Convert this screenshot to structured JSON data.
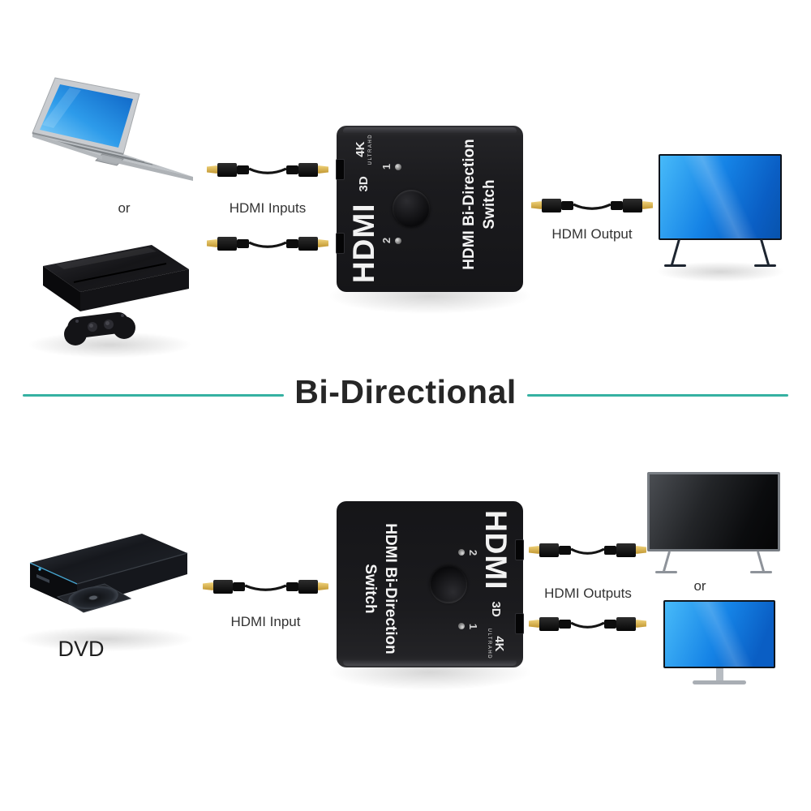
{
  "divider": {
    "title": "Bi-Directional"
  },
  "switch": {
    "brand": "HDMI",
    "badge_3d": "3D",
    "badge_4k": "4K",
    "badge_4k_sub": "ULTRAHD",
    "title_line1": "HDMI Bi-Direction",
    "title_line2": "Switch",
    "port1_label": "1",
    "port2_label": "2"
  },
  "top_diagram": {
    "alt_label": "or",
    "inputs_label": "HDMI Inputs",
    "output_label": "HDMI Output"
  },
  "bottom_diagram": {
    "player_label": "DVD",
    "input_label": "HDMI Input",
    "outputs_label": "HDMI Outputs",
    "alt_label": "or"
  },
  "colors": {
    "accent_teal": "#35b1a2",
    "screen_blue": "#1583e6",
    "connector_gold": "#d4aa45",
    "switch_body": "#1b1b1e"
  }
}
